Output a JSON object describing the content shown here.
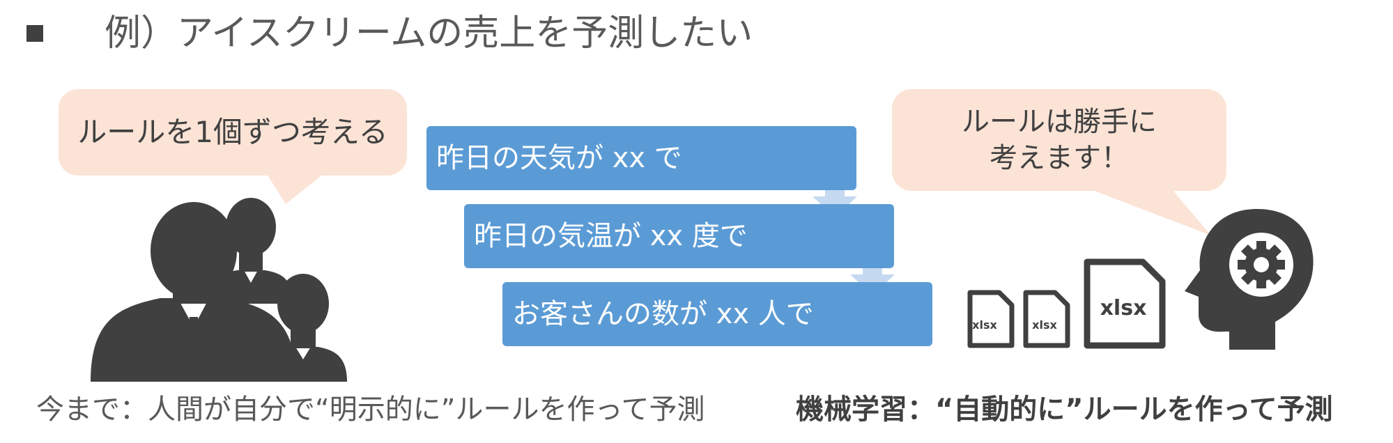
{
  "title": {
    "bullet": "■",
    "text": "例）アイスクリームの売上を予測したい"
  },
  "left_bubble": {
    "text": "ルールを1個ずつ考える"
  },
  "right_bubble": {
    "line1": "ルールは勝手に",
    "line2": "考えます！"
  },
  "rules": [
    "昨日の天気が xx で",
    "昨日の気温が xx 度で",
    "お客さんの数が xx 人で"
  ],
  "files": [
    {
      "label": "xlsx",
      "icon": "file-icon"
    },
    {
      "label": "xlsx",
      "icon": "file-icon"
    },
    {
      "label": "xlsx",
      "icon": "file-icon"
    }
  ],
  "captions": {
    "manual": "今まで：人間が自分で“明示的に”ルールを作って予測",
    "ml": "機械学習：“自動的に”ルールを作って予測"
  },
  "colors": {
    "bubble": "#fbe3d6",
    "step_box": "#5b9bd5",
    "arrow": "#c5d9f0",
    "icon": "#404040"
  }
}
